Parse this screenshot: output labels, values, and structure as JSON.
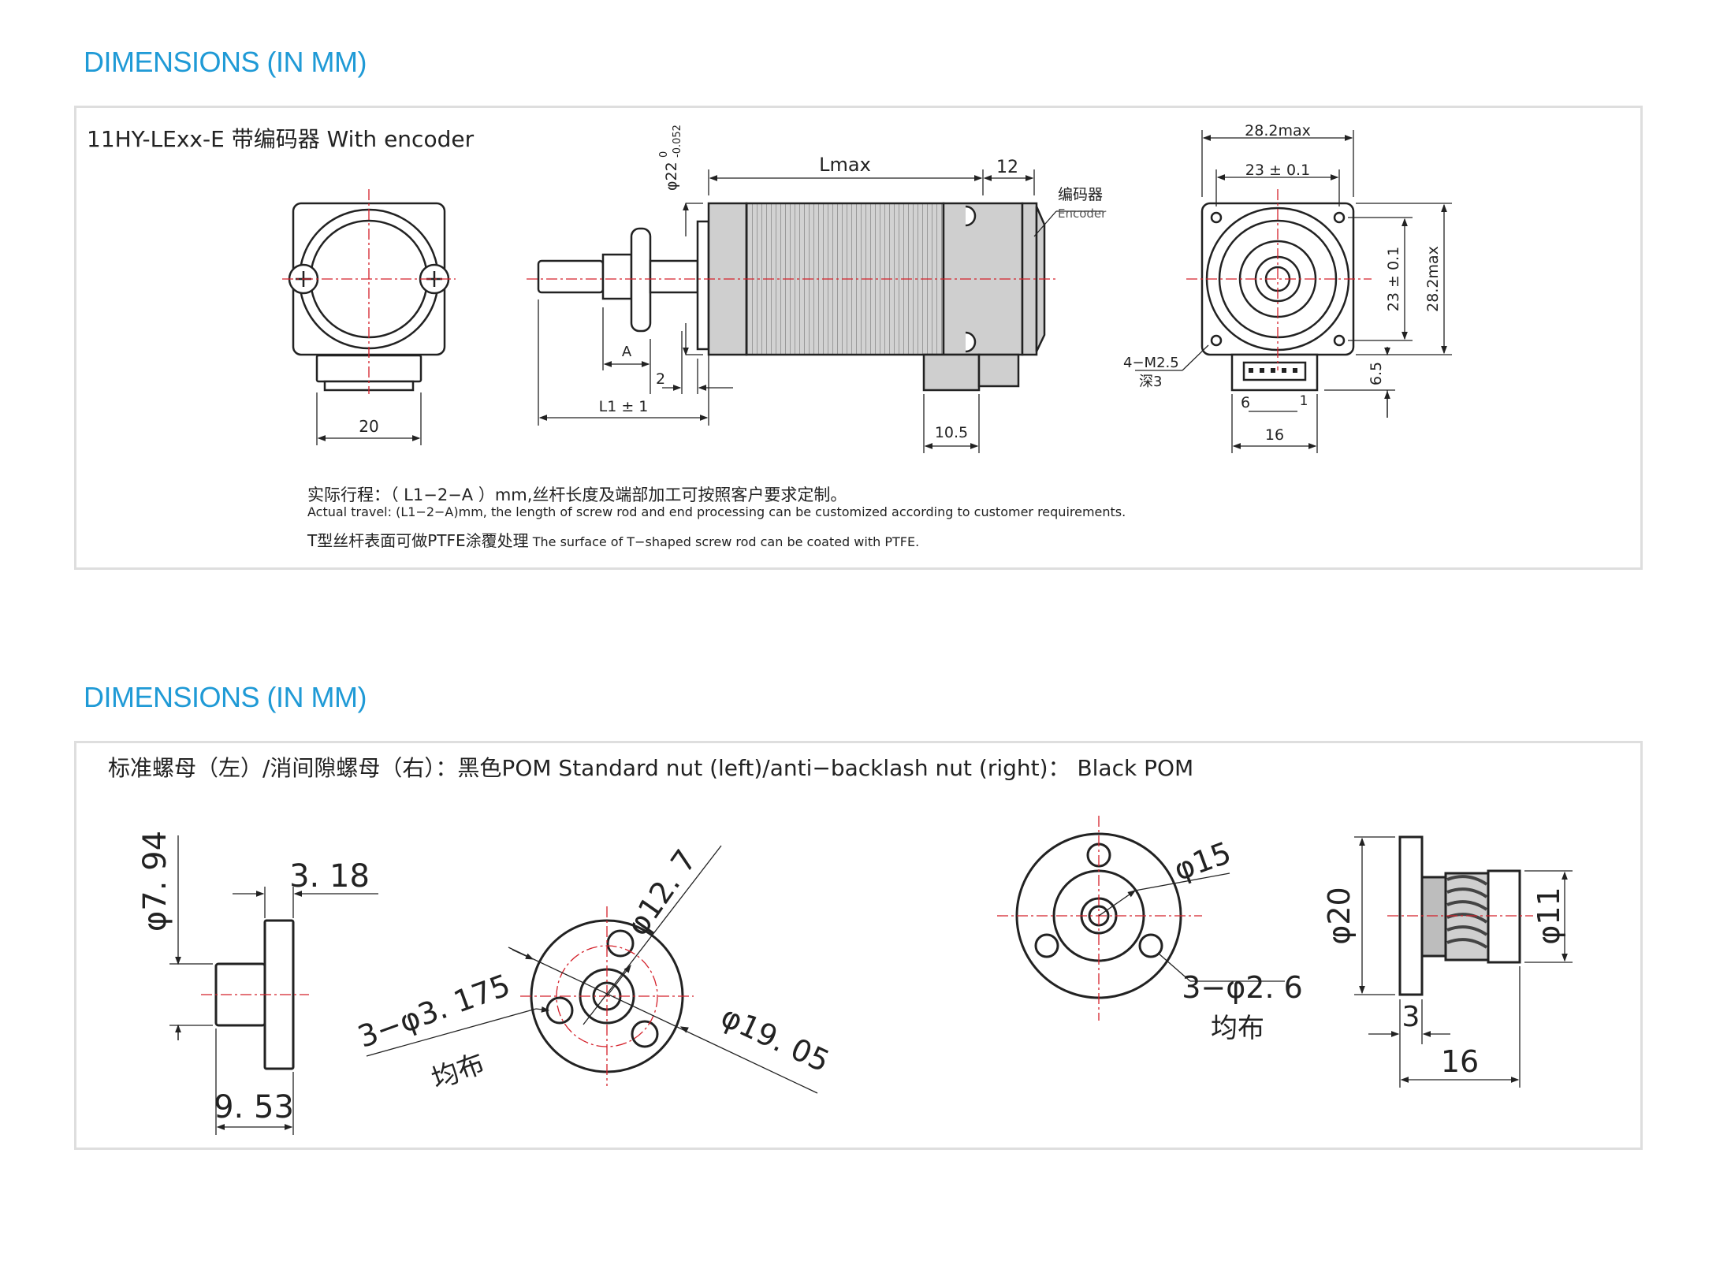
{
  "colors": {
    "accent": "#1f9ad6",
    "centerline": "#d4202a",
    "motor_body": "#cfcfcf",
    "outline": "#222222",
    "panel_border": "#dedede"
  },
  "section1": {
    "title": "DIMENSIONS (IN MM)",
    "heading": "11HY-LExx-E 带编码器   With encoder",
    "labels": {
      "front_width": "20",
      "phi22": "φ22",
      "phi22_tol": "0",
      "phi22_tol2": "-0.052",
      "lmax": "Lmax",
      "d12": "12",
      "encoder_cn": "编码器",
      "encoder_en": "Encoder",
      "a": "A",
      "d2": "2",
      "l1": "L1 ± 1",
      "d10_5": "10.5",
      "max28": "28.2max",
      "tol23": "23 ± 0.1",
      "tol23_v": "23 ± 0.1",
      "max28_v": "28.2max",
      "m25": "4−M2.5",
      "deep3": "深3",
      "d6_5": "6.5",
      "pin6": "6",
      "pin1": "1",
      "d16": "16"
    },
    "note_cn": "实际行程：（ L1−2−A ）mm,丝杆长度及端部加工可按照客户要求定制。",
    "note_en": "Actual travel: (L1−2−A)mm, the length of screw rod and end processing can be customized according to customer requirements.",
    "note3_cn": "T型丝杆表面可做PTFE涂覆处理",
    "note3_en": " The surface of T−shaped screw rod can be coated with PTFE."
  },
  "section2": {
    "title": "DIMENSIONS (IN MM)",
    "heading": "标准螺母（左）/消间隙螺母（右）：黑色POM      Standard nut (left)/anti−backlash nut (right)： Black POM",
    "labels": {
      "phi7_94": "φ7. 94",
      "d3_18": "3. 18",
      "d9_53": "9. 53",
      "phi12_7": "φ12. 7",
      "holes_3_175": "3−φ3. 175",
      "even1": "均布",
      "phi19_05": "φ19. 05",
      "phi15": "φ15",
      "holes_2_6": "3−φ2. 6",
      "even2": "均布",
      "phi20": "φ20",
      "phi11": "φ11",
      "d3": "3",
      "d16": "16"
    }
  }
}
